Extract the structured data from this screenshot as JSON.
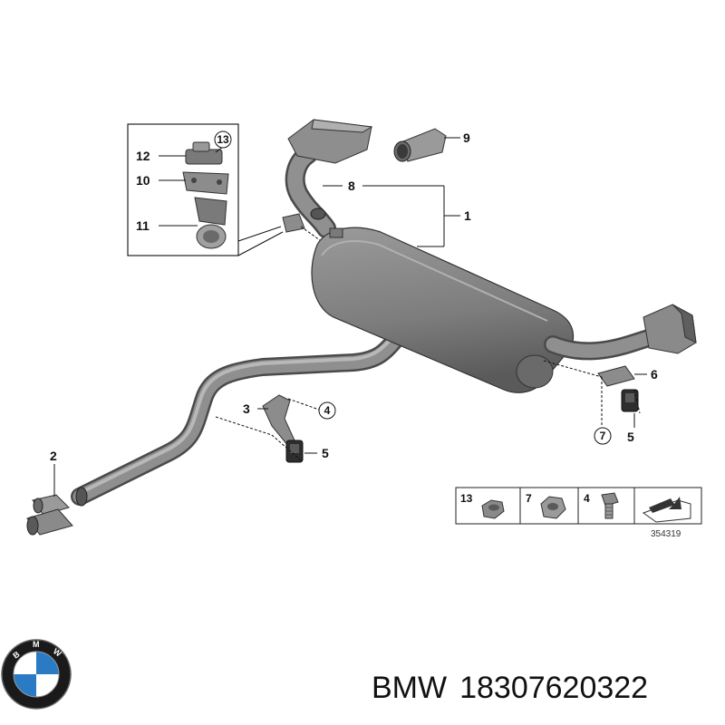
{
  "diagram": {
    "callouts": {
      "c1": "1",
      "c2": "2",
      "c3": "3",
      "c4": "4",
      "c5a": "5",
      "c5b": "5",
      "c6": "6",
      "c7": "7",
      "c8": "8",
      "c9": "9",
      "c10": "10",
      "c11": "11",
      "c12": "12",
      "c13": "13"
    },
    "legend": {
      "items": [
        {
          "label": "13",
          "part": "nut"
        },
        {
          "label": "7",
          "part": "collar-nut"
        },
        {
          "label": "4",
          "part": "bolt"
        }
      ],
      "reference_number": "354319"
    },
    "colors": {
      "part_fill": "#8a8a8a",
      "part_dark": "#5f5f5f",
      "part_light": "#b4b4b4",
      "outline": "#111111"
    }
  },
  "footer": {
    "brand": "BMW",
    "part_number": "18307620322"
  },
  "logo": {
    "letters": "BMW",
    "colors": {
      "ring": "#1a1a1a",
      "blue": "#2b7bc4",
      "white": "#ffffff"
    }
  }
}
